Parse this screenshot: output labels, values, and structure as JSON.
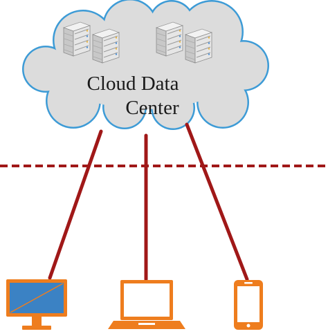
{
  "cloud": {
    "label_line1": "Cloud  Data",
    "label_line2": "Center",
    "fill_color": "#dcdcdc",
    "outline_color": "#3d9bd6",
    "servers": [
      "server-rack-icon",
      "server-rack-icon",
      "server-rack-icon",
      "server-rack-icon"
    ]
  },
  "boundary": {
    "style": "dashed",
    "color": "#a01818"
  },
  "links": {
    "color": "#a01818",
    "count": 3
  },
  "devices": [
    {
      "name": "desktop-monitor-icon",
      "screen_color": "#3b82c4",
      "frame_color": "#ee7d1e"
    },
    {
      "name": "laptop-icon",
      "frame_color": "#ee7d1e"
    },
    {
      "name": "smartphone-icon",
      "frame_color": "#ee7d1e"
    }
  ]
}
